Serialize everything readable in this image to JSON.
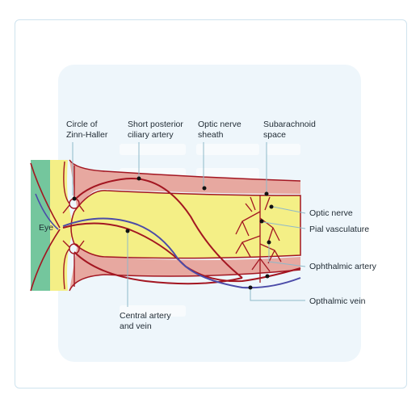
{
  "labels": {
    "eye": "Eye",
    "circle_of_zinn_haller": [
      "Circle of",
      "Zinn-Haller"
    ],
    "short_posterior_ciliary_artery": [
      "Short posterior",
      "ciliary artery"
    ],
    "optic_nerve_sheath": [
      "Optic nerve",
      "sheath"
    ],
    "subarachnoid_space": [
      "Subarachnoid",
      "space"
    ],
    "optic_nerve": "Optic nerve",
    "pial_vasculature": "Pial vasculature",
    "ophthalmic_artery": "Ophthalmic artery",
    "opthalmic_vein": "Opthalmic vein",
    "central_artery_and_vein": [
      "Central artery",
      "and vein"
    ]
  },
  "colors": {
    "card_border": "#cfe3ee",
    "backdrop": "#eef6fb",
    "eye": "#74c69d",
    "sheath": "#e7a8a0",
    "nerve": "#f4ef86",
    "artery": "#a31621",
    "vein": "#4b4ba8",
    "leader": "#8fb9c9"
  }
}
